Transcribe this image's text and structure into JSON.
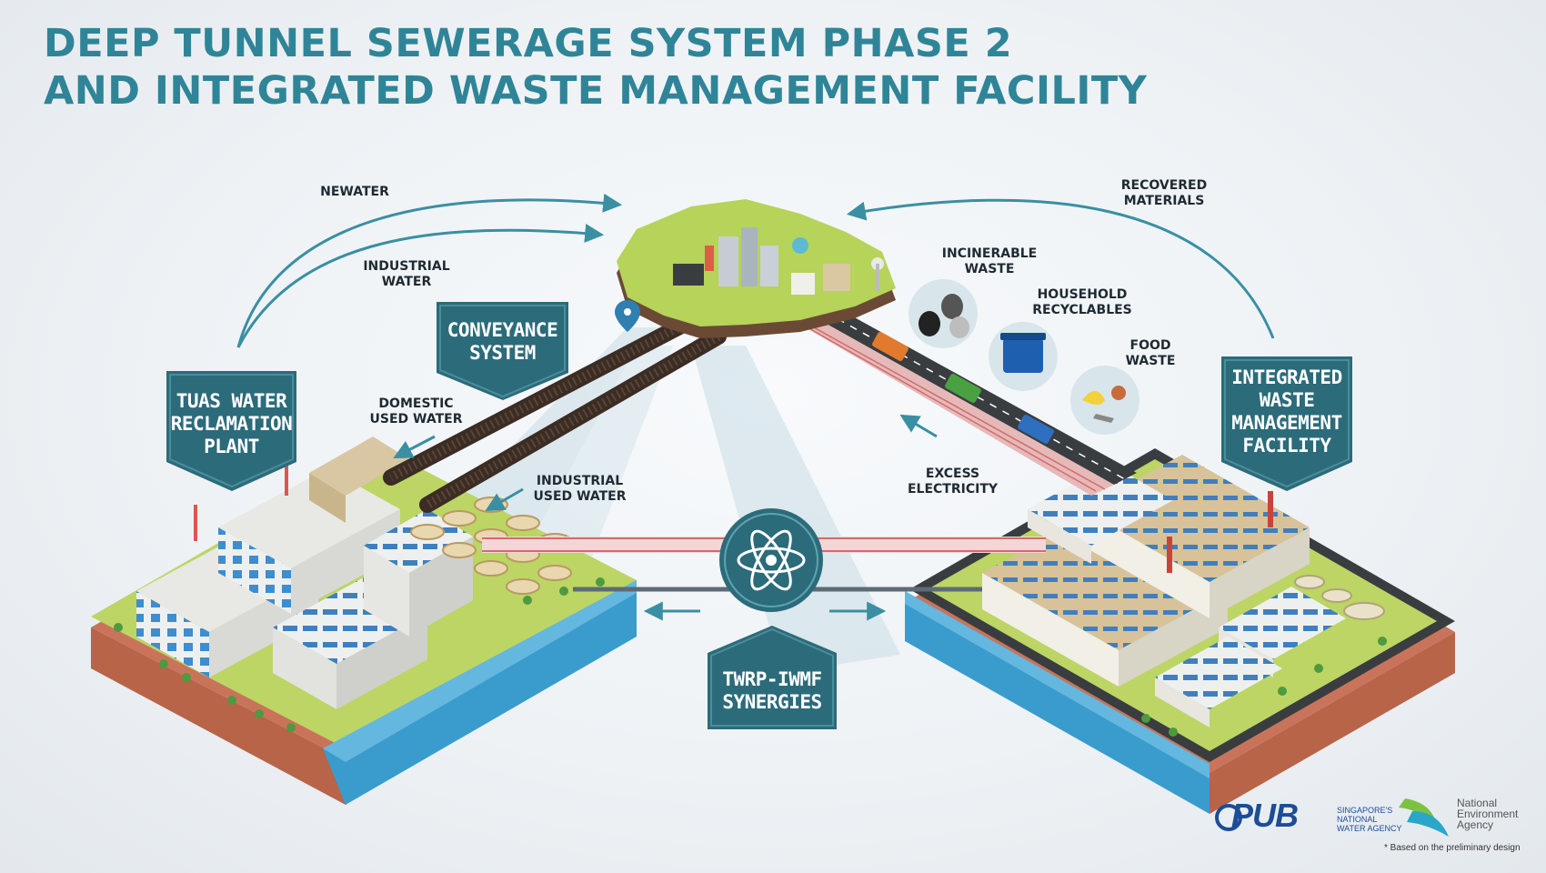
{
  "title": {
    "line1": "DEEP TUNNEL SEWERAGE SYSTEM PHASE 2",
    "line2": "AND INTEGRATED WASTE MANAGEMENT FACILITY"
  },
  "labels": {
    "newater": "NEWATER",
    "industrial_water": "INDUSTRIAL\nWATER",
    "recovered_materials": "RECOVERED\nMATERIALS",
    "incinerable_waste": "INCINERABLE\nWASTE",
    "household_recyclables": "HOUSEHOLD\nRECYCLABLES",
    "food_waste": "FOOD\nWASTE",
    "domestic_used_water": "DOMESTIC\nUSED WATER",
    "industrial_used_water": "INDUSTRIAL\nUSED WATER",
    "excess_electricity": "EXCESS\nELECTRICITY"
  },
  "badges": {
    "conveyance": "CONVEYANCE\nSYSTEM",
    "twrp": "TUAS WATER\nRECLAMATION\nPLANT",
    "iwmf": "INTEGRATED\nWASTE\nMANAGEMENT\nFACILITY",
    "synergies": "TWRP-IWMF\nSYNERGIES"
  },
  "logos": {
    "pub": "PUB",
    "pub_sub": "SINGAPORE'S\nNATIONAL\nWATER AGENCY",
    "nea": "National\nEnvironment\nAgency"
  },
  "footnote": "* Based on the preliminary design",
  "colors": {
    "title": "#2f8597",
    "badge": "#2c6b7a",
    "arrow": "#3a8fa3",
    "water": "#3a9ccd",
    "grass": "#b6d35a",
    "pipe_red": "#e07a7a"
  },
  "icons": [
    "atom-icon",
    "location-pin-icon",
    "garbage-bag-icon",
    "recycling-bin-icon",
    "food-waste-icon",
    "truck-icon"
  ]
}
